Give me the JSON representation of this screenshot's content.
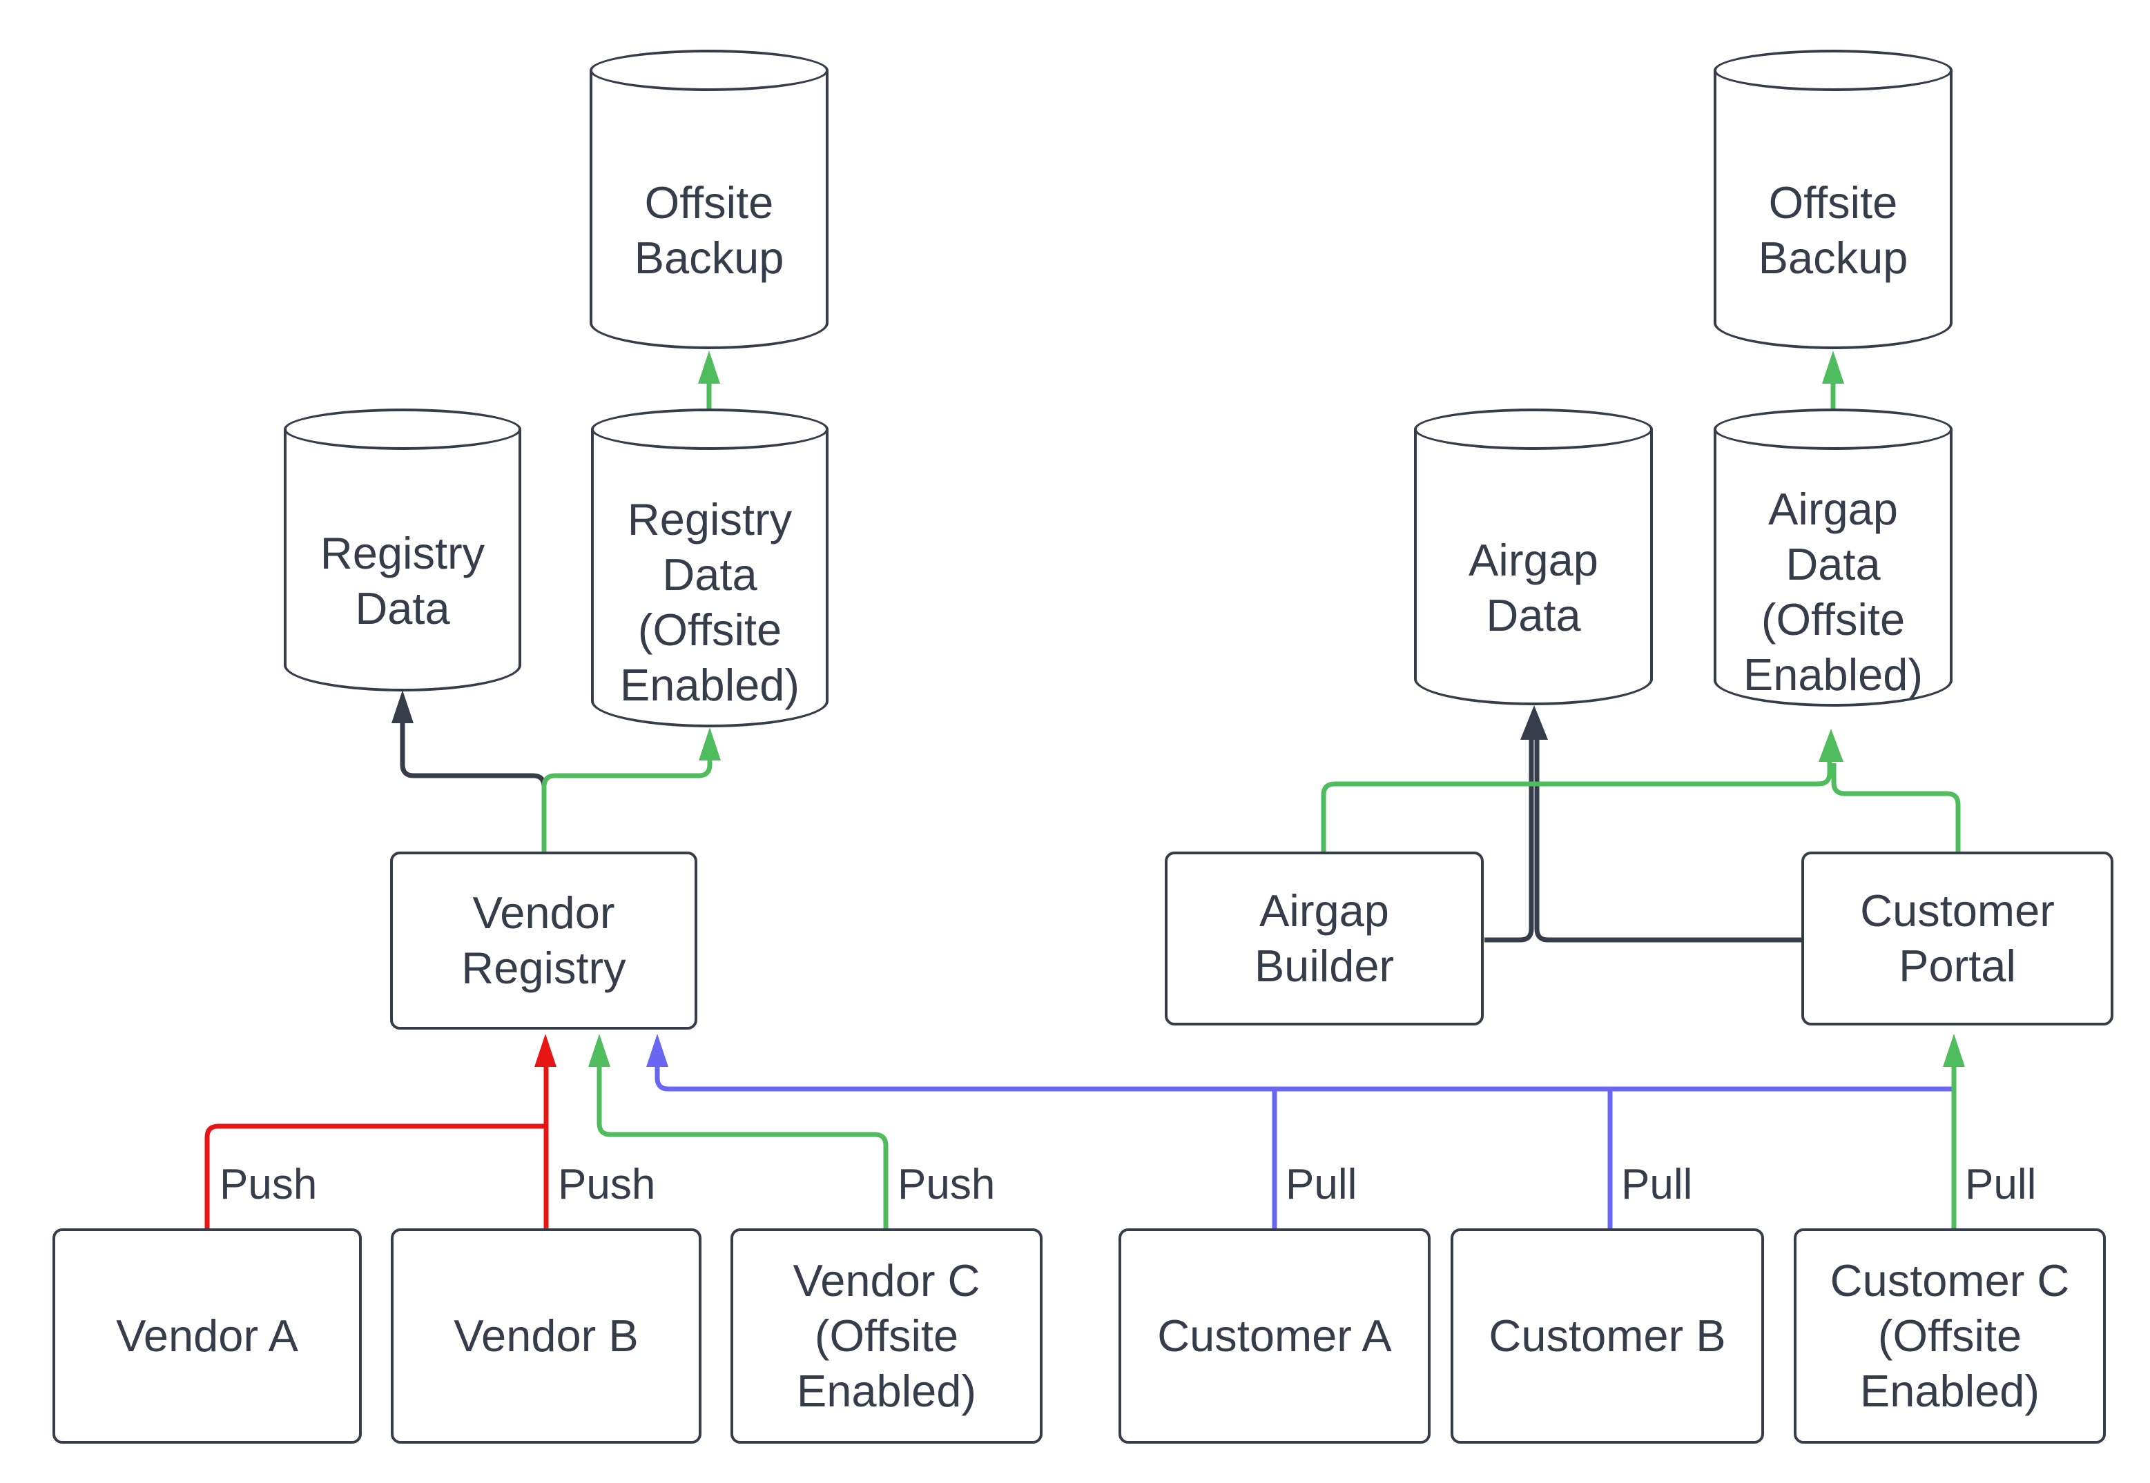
{
  "colors": {
    "background": "#FFFFFF",
    "node_border": "#353D4A",
    "node_fill": "#FFFFFF",
    "text": "#353D4A",
    "edge_dark": "#353D4A",
    "edge_red": "#E81515",
    "edge_green": "#4FBC5D",
    "edge_blue": "#6966F2"
  },
  "nodes": {
    "offsite_backup_left": {
      "lines": [
        "Offsite",
        "Backup"
      ]
    },
    "registry_data": {
      "lines": [
        "Registry",
        "Data"
      ]
    },
    "registry_data_offsite": {
      "lines": [
        "Registry",
        "Data",
        "(Offsite",
        "Enabled)"
      ]
    },
    "vendor_registry": {
      "lines": [
        "Vendor",
        "Registry"
      ]
    },
    "vendor_a": {
      "lines": [
        "Vendor A"
      ]
    },
    "vendor_b": {
      "lines": [
        "Vendor B"
      ]
    },
    "vendor_c": {
      "lines": [
        "Vendor C",
        "(Offsite",
        "Enabled)"
      ]
    },
    "airgap_data": {
      "lines": [
        "Airgap",
        "Data"
      ]
    },
    "airgap_data_offsite": {
      "lines": [
        "Airgap",
        "Data",
        "(Offsite",
        "Enabled)"
      ]
    },
    "offsite_backup_right": {
      "lines": [
        "Offsite",
        "Backup"
      ]
    },
    "airgap_builder": {
      "lines": [
        "Airgap",
        "Builder"
      ]
    },
    "customer_portal": {
      "lines": [
        "Customer",
        "Portal"
      ]
    },
    "customer_a": {
      "lines": [
        "Customer A"
      ]
    },
    "customer_b": {
      "lines": [
        "Customer B"
      ]
    },
    "customer_c": {
      "lines": [
        "Customer C",
        "(Offsite",
        "Enabled)"
      ]
    }
  },
  "labels": {
    "push": "Push",
    "pull": "Pull"
  },
  "edges": [
    {
      "from": "Vendor A",
      "to": "Vendor Registry",
      "label": "Push",
      "color": "red"
    },
    {
      "from": "Vendor B",
      "to": "Vendor Registry",
      "label": "Push",
      "color": "red"
    },
    {
      "from": "Vendor C (Offsite Enabled)",
      "to": "Vendor Registry",
      "label": "Push",
      "color": "green"
    },
    {
      "from": "Customer A",
      "to": "Vendor Registry",
      "label": "Pull",
      "color": "blue"
    },
    {
      "from": "Customer B",
      "to": "Vendor Registry",
      "label": "Pull",
      "color": "blue"
    },
    {
      "from": "Customer C (Offsite Enabled)",
      "to": "Customer Portal",
      "label": "Pull",
      "color": "green"
    },
    {
      "from": "Vendor Registry",
      "to": "Registry Data",
      "color": "dark"
    },
    {
      "from": "Vendor Registry",
      "to": "Registry Data (Offsite Enabled)",
      "color": "green"
    },
    {
      "from": "Registry Data (Offsite Enabled)",
      "to": "Offsite Backup",
      "color": "green"
    },
    {
      "from": "Airgap Builder",
      "to": "Airgap Data",
      "color": "dark"
    },
    {
      "from": "Customer Portal",
      "to": "Airgap Data",
      "color": "dark"
    },
    {
      "from": "Airgap Builder",
      "to": "Airgap Data (Offsite Enabled)",
      "color": "green"
    },
    {
      "from": "Customer Portal",
      "to": "Airgap Data (Offsite Enabled)",
      "color": "green"
    },
    {
      "from": "Airgap Data (Offsite Enabled)",
      "to": "Offsite Backup",
      "color": "green"
    }
  ]
}
